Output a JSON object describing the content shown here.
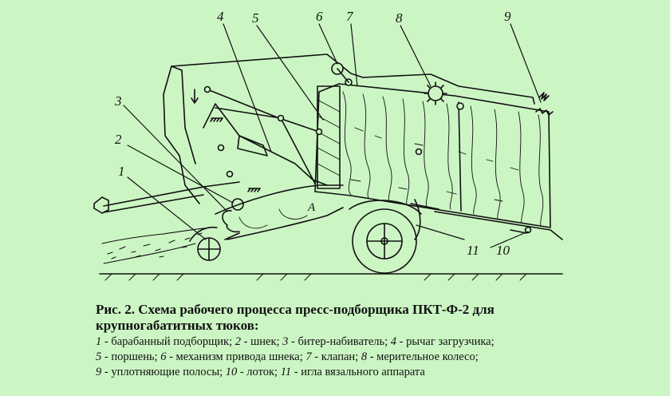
{
  "caption": {
    "title_line1": "Рис. 2. Схема рабочего процесса пресс-подборщика ПКТ-Ф-2 для",
    "title_line2": "крупногабатитных тюков:"
  },
  "legend": [
    [
      {
        "num": "1",
        "text": " - барабанный подборщик;"
      },
      {
        "num": "2",
        "text": " - шнек;"
      },
      {
        "num": "3",
        "text": " - битер-набиватель;"
      },
      {
        "num": "4",
        "text": " - рычаг загрузчика;"
      }
    ],
    [
      {
        "num": "5",
        "text": " - поршень;"
      },
      {
        "num": "6",
        "text": " - механизм привода шнека;"
      },
      {
        "num": "7",
        "text": " - клапан;"
      },
      {
        "num": "8",
        "text": " - мерительное колесо;"
      }
    ],
    [
      {
        "num": "9",
        "text": " - уплотняющие полосы;"
      },
      {
        "num": "10",
        "text": " - лоток;"
      },
      {
        "num": "11",
        "text": " - игла вязального аппарата"
      }
    ]
  ],
  "callouts": [
    "1",
    "2",
    "3",
    "4",
    "5",
    "6",
    "7",
    "8",
    "9",
    "10",
    "11"
  ],
  "region_label": "А",
  "colors": {
    "background": "#ccf5c4",
    "ink": "#111111"
  }
}
